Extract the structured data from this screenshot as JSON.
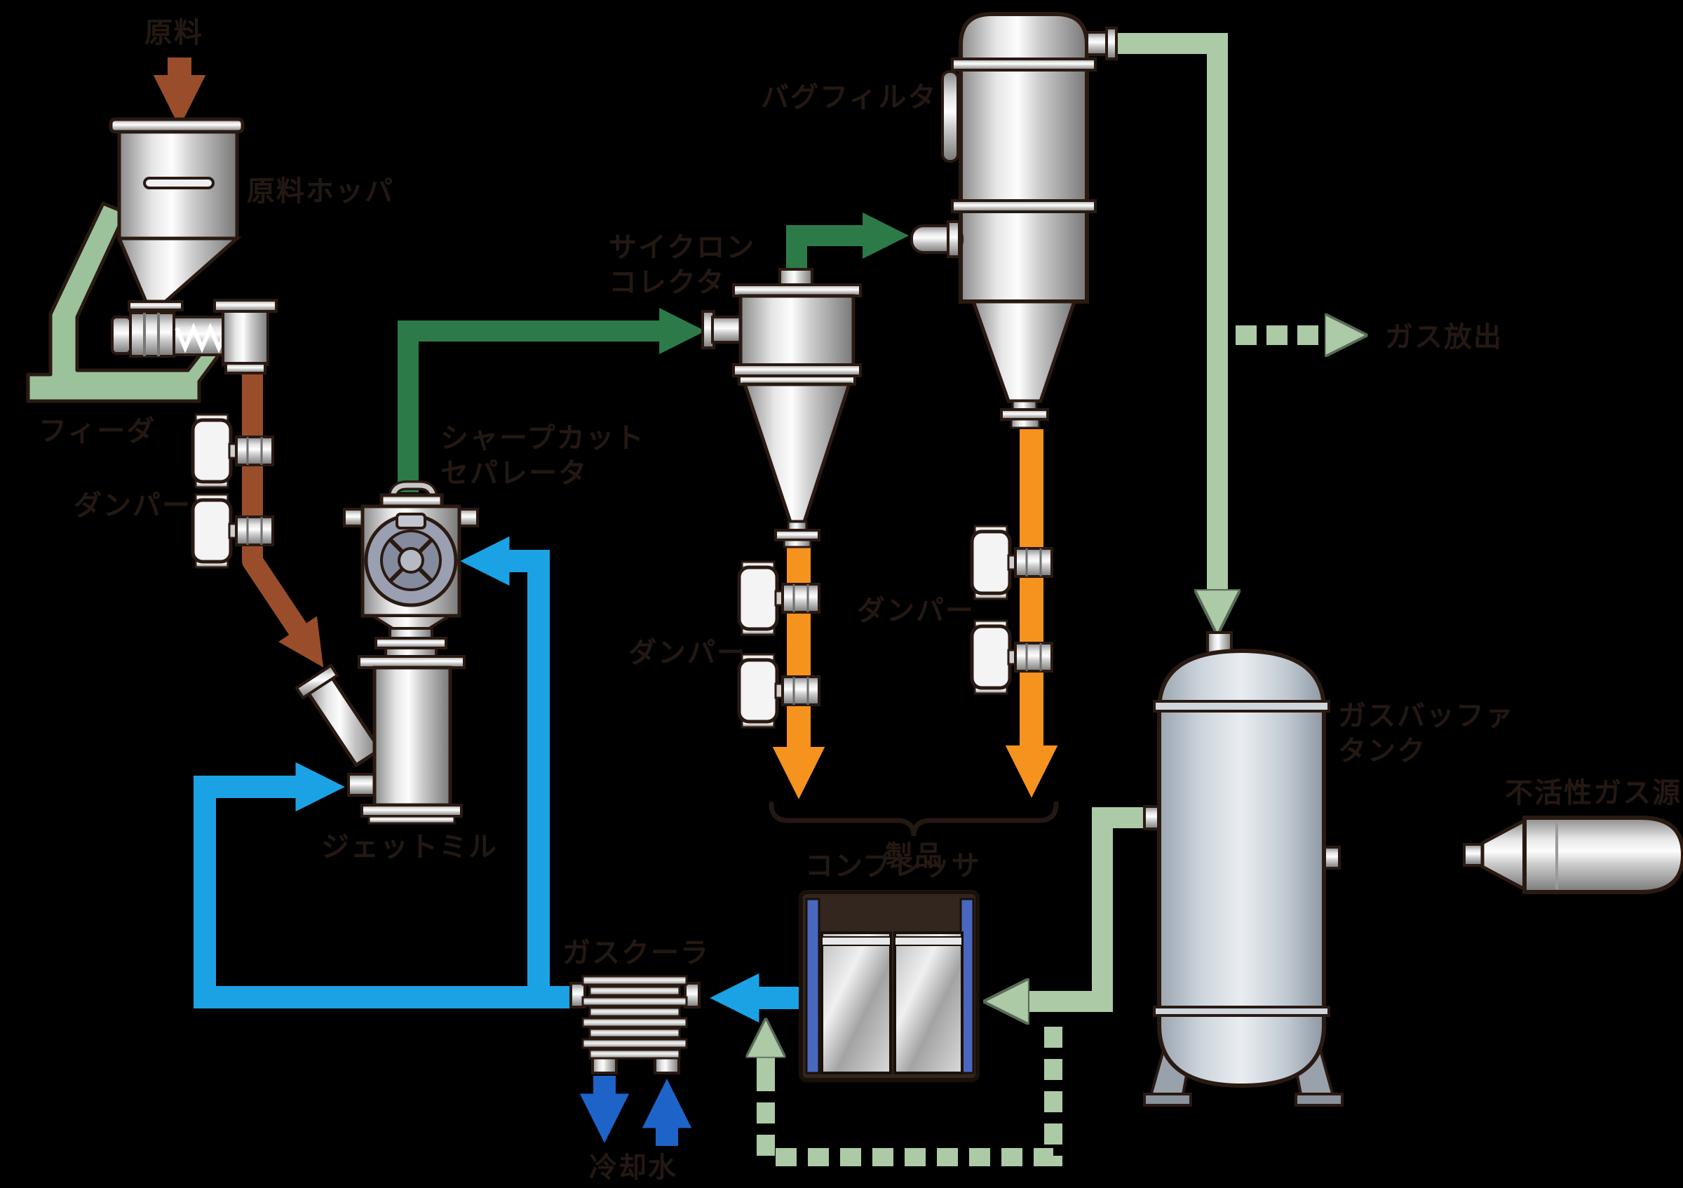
{
  "diagram": {
    "background": "#000000",
    "labels": {
      "raw_material": "原料",
      "raw_material_hopper": "原料ホッパ",
      "feeder": "フィーダ",
      "damper_feed": "ダンパー",
      "separator_line1": "シャープカット",
      "separator_line2": "セパレータ",
      "jet_mill": "ジェットミル",
      "cyclone_line1": "サイクロン",
      "cyclone_line2": "コレクタ",
      "bag_filter": "バグフィルタ",
      "gas_release": "ガス放出",
      "damper_cyclone": "ダンパー",
      "damper_bag_filter": "ダンパー",
      "product": "製品",
      "buffer_tank_line1": "ガスバッファ",
      "buffer_tank_line2": "タンク",
      "inert_gas_source": "不活性ガス源",
      "compressor": "コンプレッサ",
      "gas_cooler": "ガスクーラ",
      "cooling_water": "冷却水"
    },
    "flow_colors": {
      "raw_material": "#9a4d2a",
      "process_gas": "#2d7a49",
      "product": "#f6921e",
      "recirculation_gas": "#1ba2e4",
      "cooling_water": "#1e63c8",
      "inert_gas": "#abcaa5"
    }
  }
}
